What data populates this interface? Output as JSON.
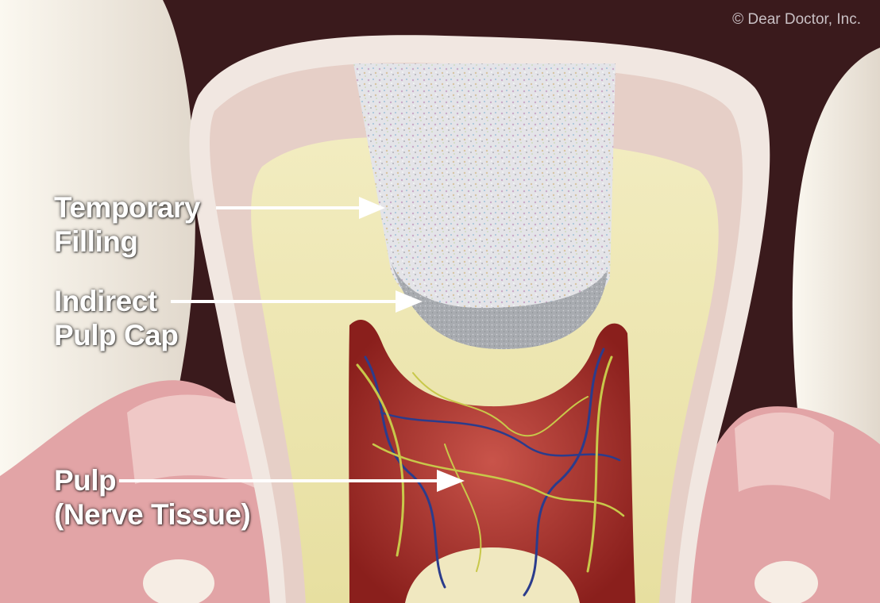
{
  "credit": "© Dear Doctor, Inc.",
  "labels": {
    "temporary_filling": {
      "line1": "Temporary",
      "line2": "Filling"
    },
    "indirect_pulp_cap": {
      "line1": "Indirect",
      "line2": "Pulp Cap"
    },
    "pulp": {
      "line1": "Pulp",
      "line2": "(Nerve Tissue)"
    }
  },
  "colors": {
    "background": "#3a1a1c",
    "enamel": "#e9dcd4",
    "dentin": "#ece5a8",
    "temporary_filling": "#e6e6ea",
    "pulp_cap": "#a9acb0",
    "pulp": "#a8302a",
    "gum": "#d98a8e"
  }
}
